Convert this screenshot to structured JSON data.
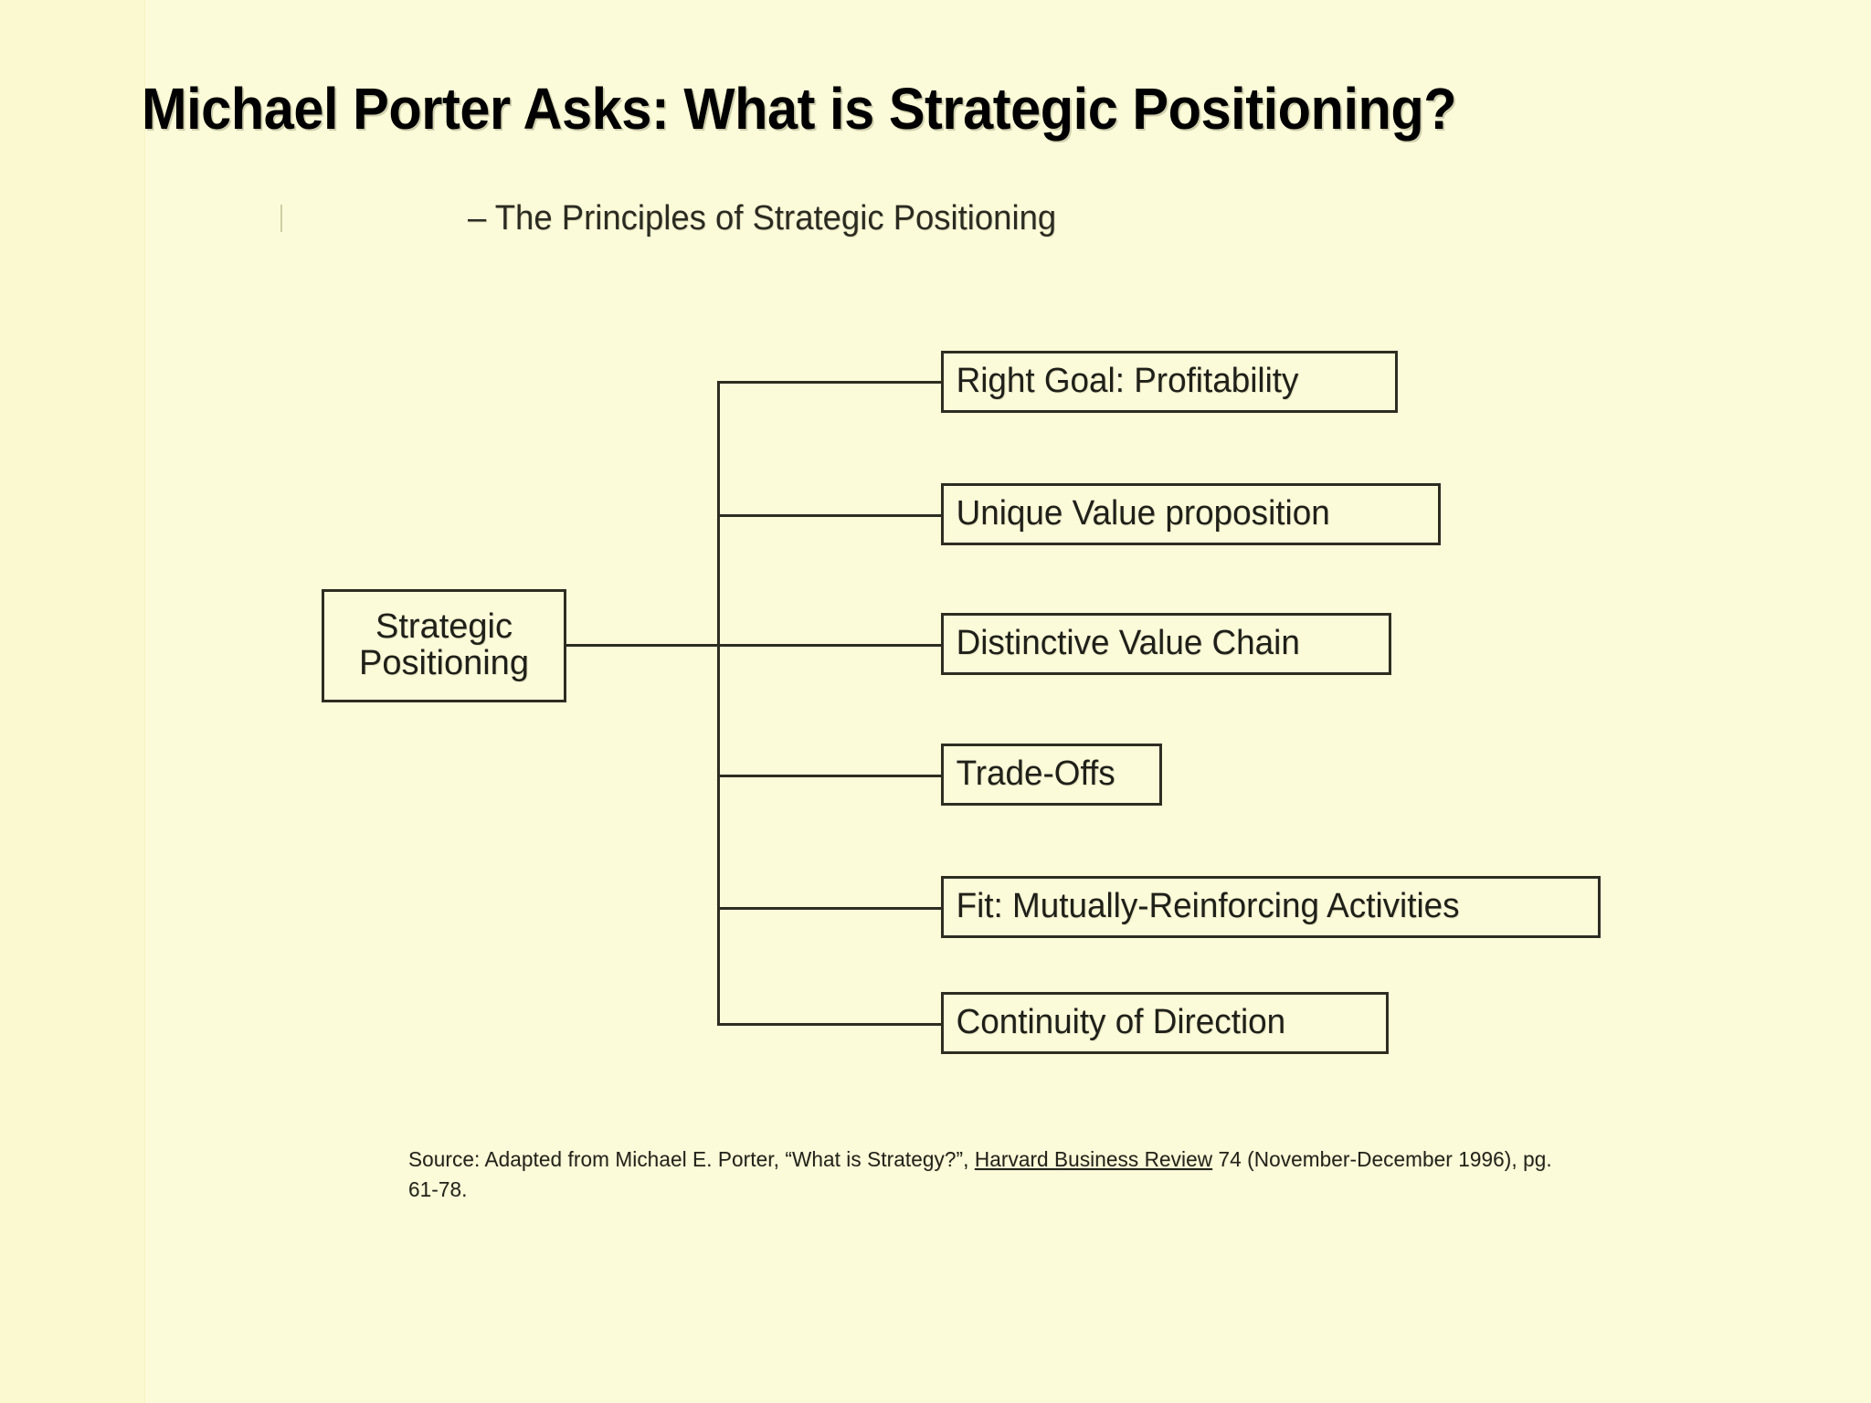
{
  "slide": {
    "title": "Michael Porter Asks: What is Strategic Positioning?",
    "subtitle": "– The Principles of Strategic Positioning",
    "background_color": "#fcfbd9",
    "line_color": "#2d2d22",
    "text_color": "#20201a"
  },
  "diagram": {
    "type": "tree",
    "root": {
      "label": "Strategic\nPositioning"
    },
    "branches": [
      {
        "label": "Right Goal: Profitability"
      },
      {
        "label": "Unique Value proposition"
      },
      {
        "label": "Distinctive Value Chain"
      },
      {
        "label": "Trade-Offs"
      },
      {
        "label": "Fit: Mutually-Reinforcing Activities"
      },
      {
        "label": "Continuity of Direction"
      }
    ]
  },
  "source": {
    "prefix": "Source: Adapted from Michael E. Porter, “What is Strategy?”,  ",
    "journal": "Harvard Business Review",
    "suffix": " 74 (November-December 1996), pg. 61-78."
  }
}
